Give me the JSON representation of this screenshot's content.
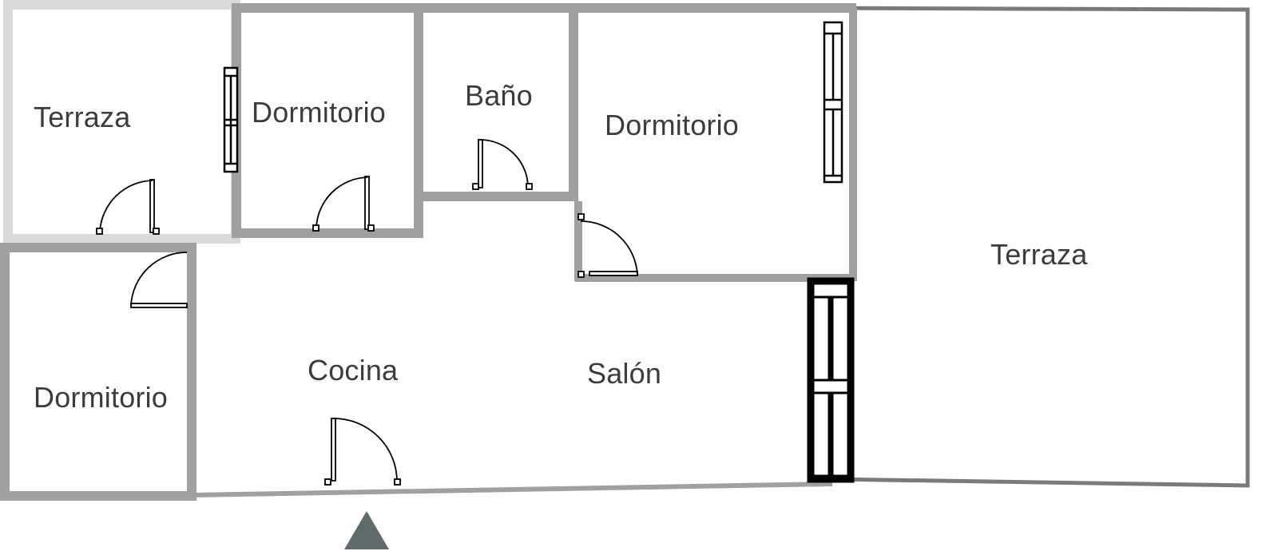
{
  "plan": {
    "colors": {
      "wall": "#a0a0a0",
      "wall_light": "#d9d9d9",
      "wall_dark": "#7a7a7a",
      "fixture": "#000000",
      "label": "#3c3c3c",
      "entrance_marker": "#5f6b6b",
      "background": "#ffffff"
    },
    "rooms": [
      {
        "id": "terrace-small",
        "label": "Terraza"
      },
      {
        "id": "bedroom-top-left",
        "label": "Dormitorio"
      },
      {
        "id": "bathroom",
        "label": "Baño"
      },
      {
        "id": "bedroom-top-right",
        "label": "Dormitorio"
      },
      {
        "id": "terrace-large",
        "label": "Terraza"
      },
      {
        "id": "bedroom-bottom-left",
        "label": "Dormitorio"
      },
      {
        "id": "kitchen",
        "label": "Cocina"
      },
      {
        "id": "living-room",
        "label": "Salón"
      }
    ],
    "entrance": {
      "icon": "entrance-triangle-icon"
    }
  }
}
